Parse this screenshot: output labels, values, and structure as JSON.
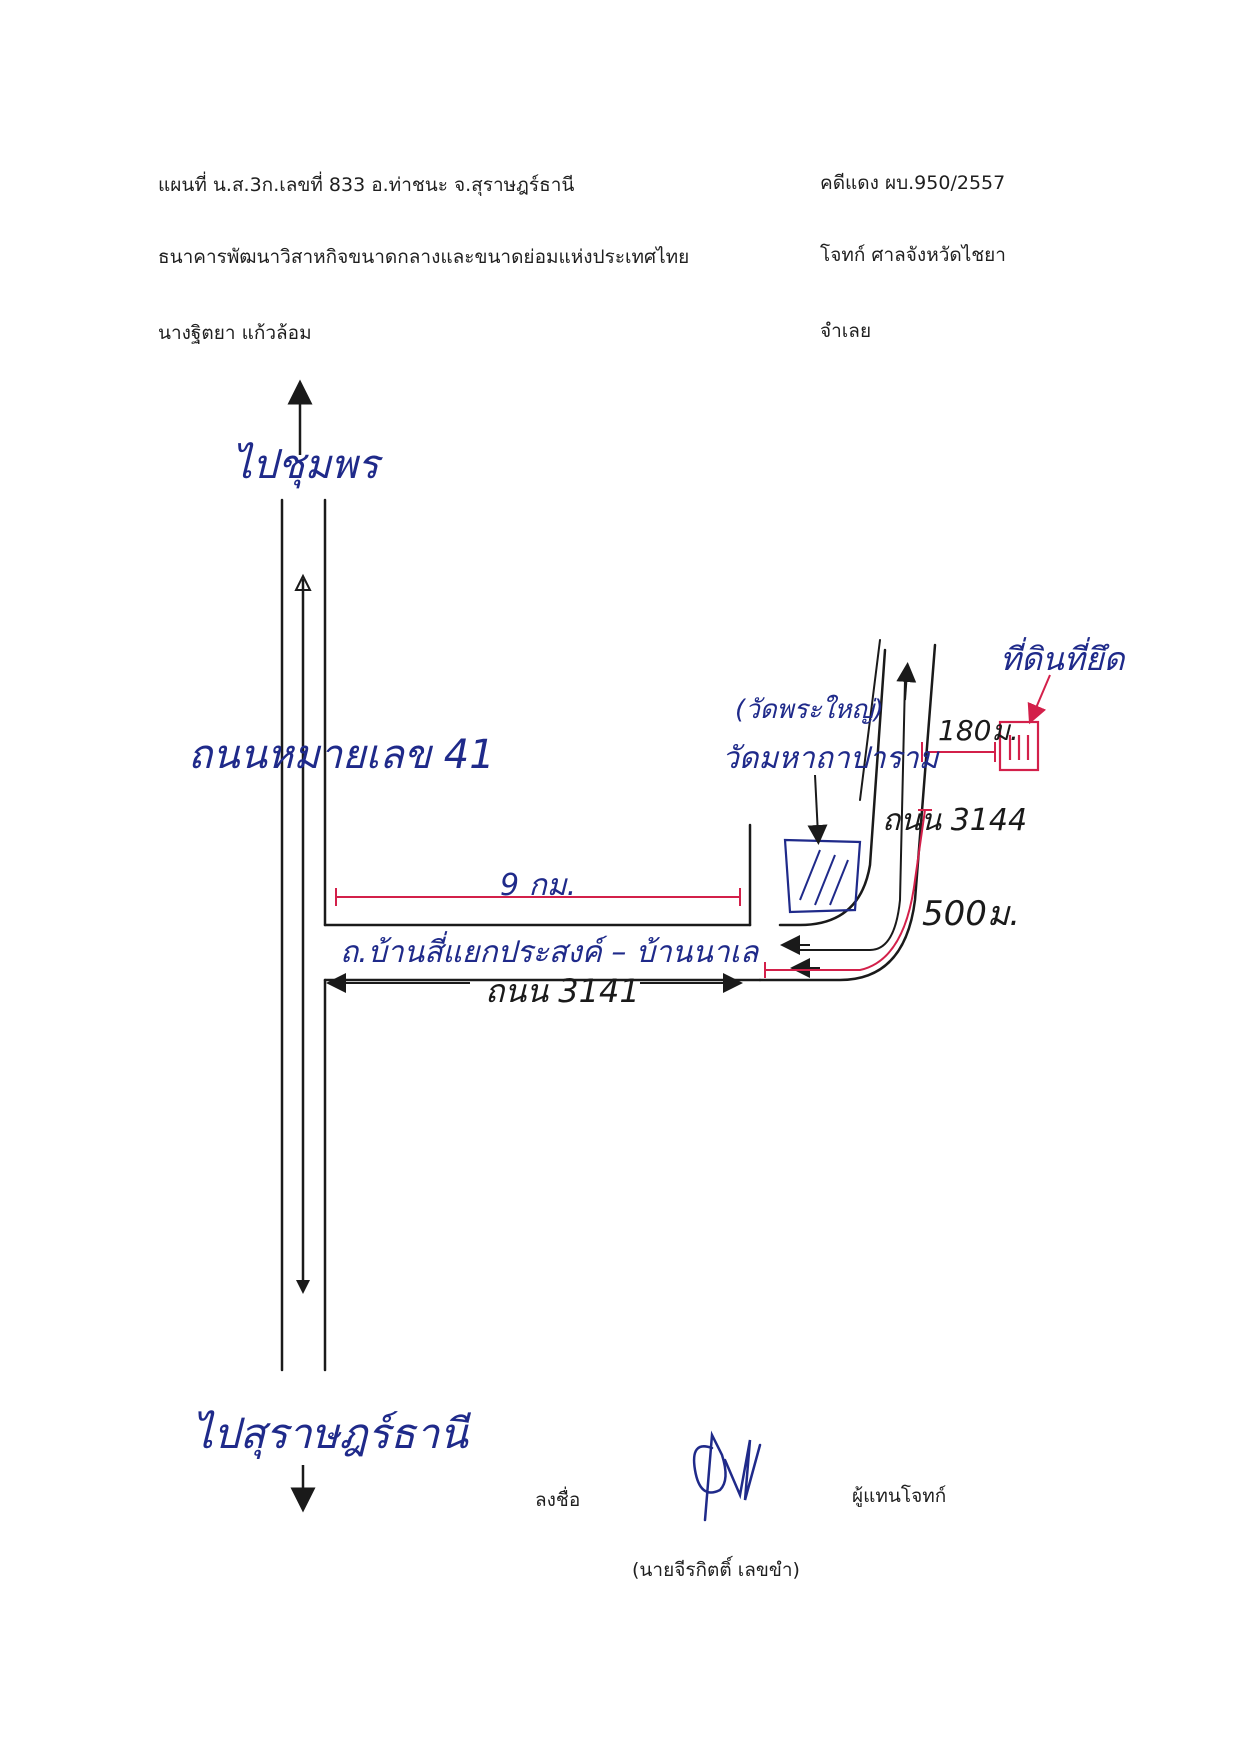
{
  "header": {
    "line1_left": "แผนที่ น.ส.3ก.เลขที่ 833  อ.ท่าชนะ   จ.สุราษฎร์ธานี",
    "line1_right": "คดีแดง ผบ.950/2557",
    "line2_left": "ธนาคารพัฒนาวิสาหกิจขนาดกลางและขนาดย่อมแห่งประเทศไทย",
    "line2_right": "โจทก์ ศาลจังหวัดไชยา",
    "line3_left": "นางฐิตยา  แก้วล้อม",
    "line3_right": "จำเลย"
  },
  "map": {
    "to_north": "ไปชุมพร",
    "to_south": "ไปสุราษฎร์ธานี",
    "highway_label": "ถนนหมายเลข 41",
    "distance_9km": "9 กม.",
    "road_name": "ถ.บ้านสี่แยกประสงค์ – บ้านนาเล",
    "road_3141": "ถนน 3141",
    "road_3144": "ถนน 3144",
    "temple_alt": "(วัดพระใหญ่)",
    "temple_name": "วัดมหาถาปาราม",
    "distance_500m": "500ม.",
    "distance_180m": "180ม.",
    "land_location": "ที่ดินที่ยึด",
    "colors": {
      "ink_black": "#1a1a1a",
      "ink_blue": "#1f2a8a",
      "ink_red": "#d3204a"
    }
  },
  "signature": {
    "sign_label": "ลงชื่อ",
    "role": "ผู้แทนโจทก์",
    "name": "(นายจีรกิตติ์  เลขขำ)"
  }
}
